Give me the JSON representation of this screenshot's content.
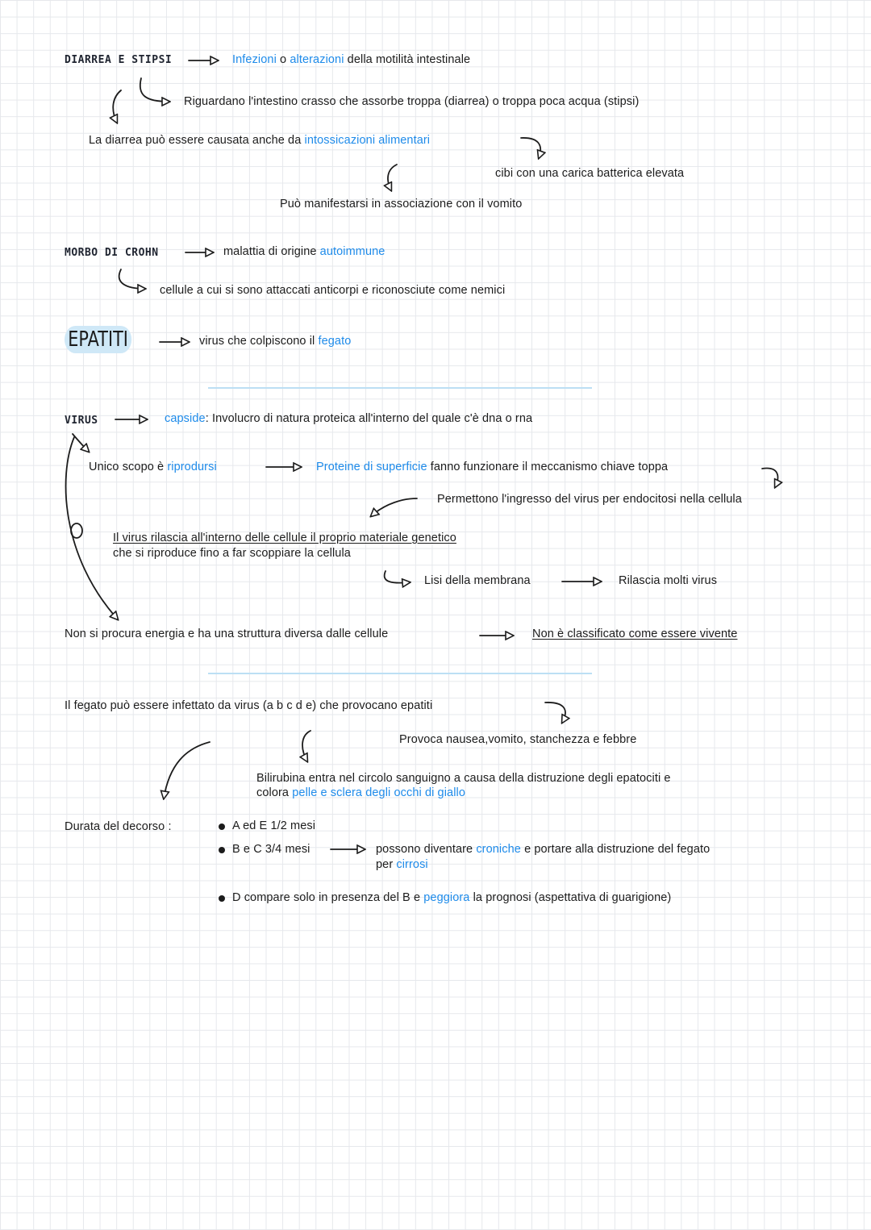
{
  "diarrea": {
    "title": "DIARREA E STIPSI",
    "def": {
      "w1": "Infezioni",
      "w2": " o ",
      "w3": "alterazioni",
      "w4": " della motilità intestinale"
    },
    "desc": "Riguardano l'intestino crasso che assorbe troppa (diarrea) o troppa poca acqua (stipsi)",
    "cause": {
      "pre": "La diarrea può essere causata anche da ",
      "hl": "intossicazioni alimentari"
    },
    "food": "cibi con una carica batterica elevata",
    "vomit": "Può manifestarsi in associazione con il vomito"
  },
  "crohn": {
    "title": "MORBO DI CROHN",
    "def": {
      "pre": "malattia di origine ",
      "hl": "autoimmune"
    },
    "desc": "cellule a cui si sono attaccati anticorpi e riconosciute come nemici"
  },
  "epatiti": {
    "title": "EPATITI",
    "def": {
      "pre": "virus che colpiscono il ",
      "hl": "fegato"
    }
  },
  "virus": {
    "title": "VIRUS",
    "capside": {
      "hl": "capside",
      "rest": ": Involucro di natura proteica all'interno del quale c'è dna o rna"
    },
    "scopo": {
      "pre": "Unico scopo è ",
      "hl": "riprodursi"
    },
    "proteine": {
      "hl": "Proteine di superficie",
      "rest": " fanno funzionare il meccanismo chiave toppa"
    },
    "ingresso": "Permettono l'ingresso del virus per endocitosi nella cellula",
    "rilascia1": "Il virus rilascia all'interno delle cellule il proprio materiale genetico",
    "rilascia2": "che si riproduce fino a far scoppiare la cellula",
    "lisi": "Lisi della membrana",
    "molti": "Rilascia molti virus",
    "energia": "Non si procura energia e ha una struttura diversa dalle cellule",
    "vivente": "Non è classificato come essere vivente"
  },
  "fegato": {
    "intro": "Il fegato può essere infettato da virus (a b c d e) che provocano epatiti",
    "sintomi": "Provoca nausea,vomito, stanchezza e febbre",
    "bili1": "Bilirubina entra nel circolo sanguigno a causa della distruzione degli epatociti e",
    "bili2": {
      "pre": "colora ",
      "hl": "pelle e sclera degli occhi di giallo"
    },
    "durata": "Durata del decorso :",
    "b1": "A ed E 1/2 mesi",
    "b2": "B e C 3/4 mesi",
    "cron1": {
      "pre": "possono diventare ",
      "hl": "croniche",
      "post": " e portare alla distruzione del fegato"
    },
    "cron2": {
      "pre": "per ",
      "hl": "cirrosi"
    },
    "b3": {
      "pre": "D compare solo in presenza del B e ",
      "hl": "peggiora",
      "post": " la prognosi (aspettativa di guarigione)"
    }
  },
  "colors": {
    "accent": "#1e8bea",
    "pill": "#cfe8f7",
    "rule": "#bcdff4",
    "ink": "#1c1c1c"
  }
}
